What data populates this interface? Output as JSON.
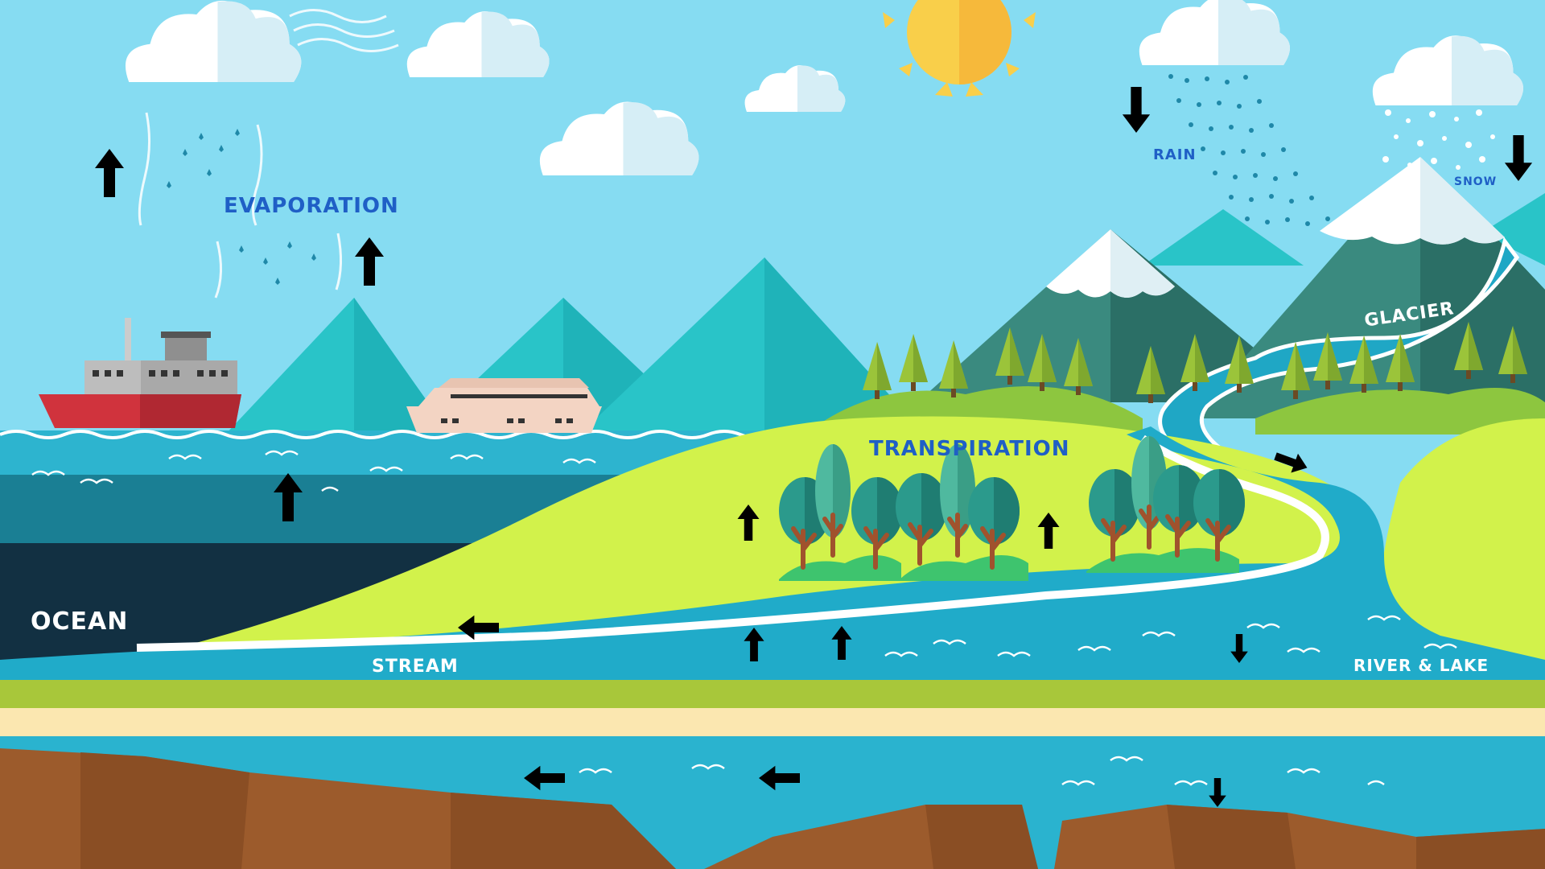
{
  "diagram": {
    "labels": {
      "evaporation": "EVAPORATION",
      "transpiration": "TRANSPIRATION",
      "rain": "RAIN",
      "snow": "SNOW",
      "glacier": "GLACIER",
      "ocean": "OCEAN",
      "stream": "STREAM",
      "river_lake": "RIVER & LAKE"
    },
    "colors": {
      "sky": "#86dcf2",
      "ocean_top": "#2db4cf",
      "ocean_mid": "#1a7f94",
      "ocean_deep": "#123042",
      "land": "#d2f24b",
      "soil": "#9c5b2c",
      "groundwater": "#2ab3cf",
      "arrow": "#ee3b2f",
      "label_blue": "#1f5fc6",
      "sun": "#f9cf4a"
    },
    "icons": {
      "sun": "sun-icon",
      "cloud": "cloud-icon",
      "ship": "cargo-ship-icon",
      "yacht": "yacht-icon",
      "tree": "tree-icon",
      "arrow": "arrow-icon"
    }
  }
}
